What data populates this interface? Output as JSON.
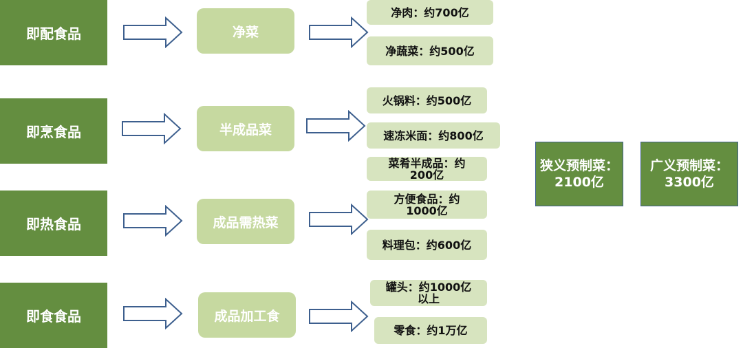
{
  "colors": {
    "category_fill": "#648e40",
    "subcategory_fill": "#c6d9a0",
    "leaf_fill": "#d7e4bf",
    "arrow_stroke": "#3d5f8e"
  },
  "rows": [
    {
      "category": "即配食品",
      "subcategory": "净菜",
      "items": [
        {
          "line1": "净肉：约700亿"
        },
        {
          "line1": "净蔬菜：约500亿"
        }
      ]
    },
    {
      "category": "即烹食品",
      "subcategory": "半成品菜",
      "items": [
        {
          "line1": "火锅料：约500亿"
        },
        {
          "line1": "速冻米面：约800亿"
        },
        {
          "line1": "菜肴半成品：约",
          "line2": "200亿"
        }
      ]
    },
    {
      "category": "即热食品",
      "subcategory": "成品需热菜",
      "items": [
        {
          "line1": "方便食品：约",
          "line2": "1000亿"
        },
        {
          "line1": "料理包：约600亿"
        }
      ]
    },
    {
      "category": "即食食品",
      "subcategory": "成品加工食",
      "items": [
        {
          "line1": "罐头：约1000亿",
          "line2": "以上"
        },
        {
          "line1": "零食：约1万亿"
        }
      ]
    }
  ],
  "totals": [
    {
      "label": "狭义预制菜：",
      "value": "2100亿"
    },
    {
      "label": "广义预制菜：",
      "value": "3300亿"
    }
  ]
}
